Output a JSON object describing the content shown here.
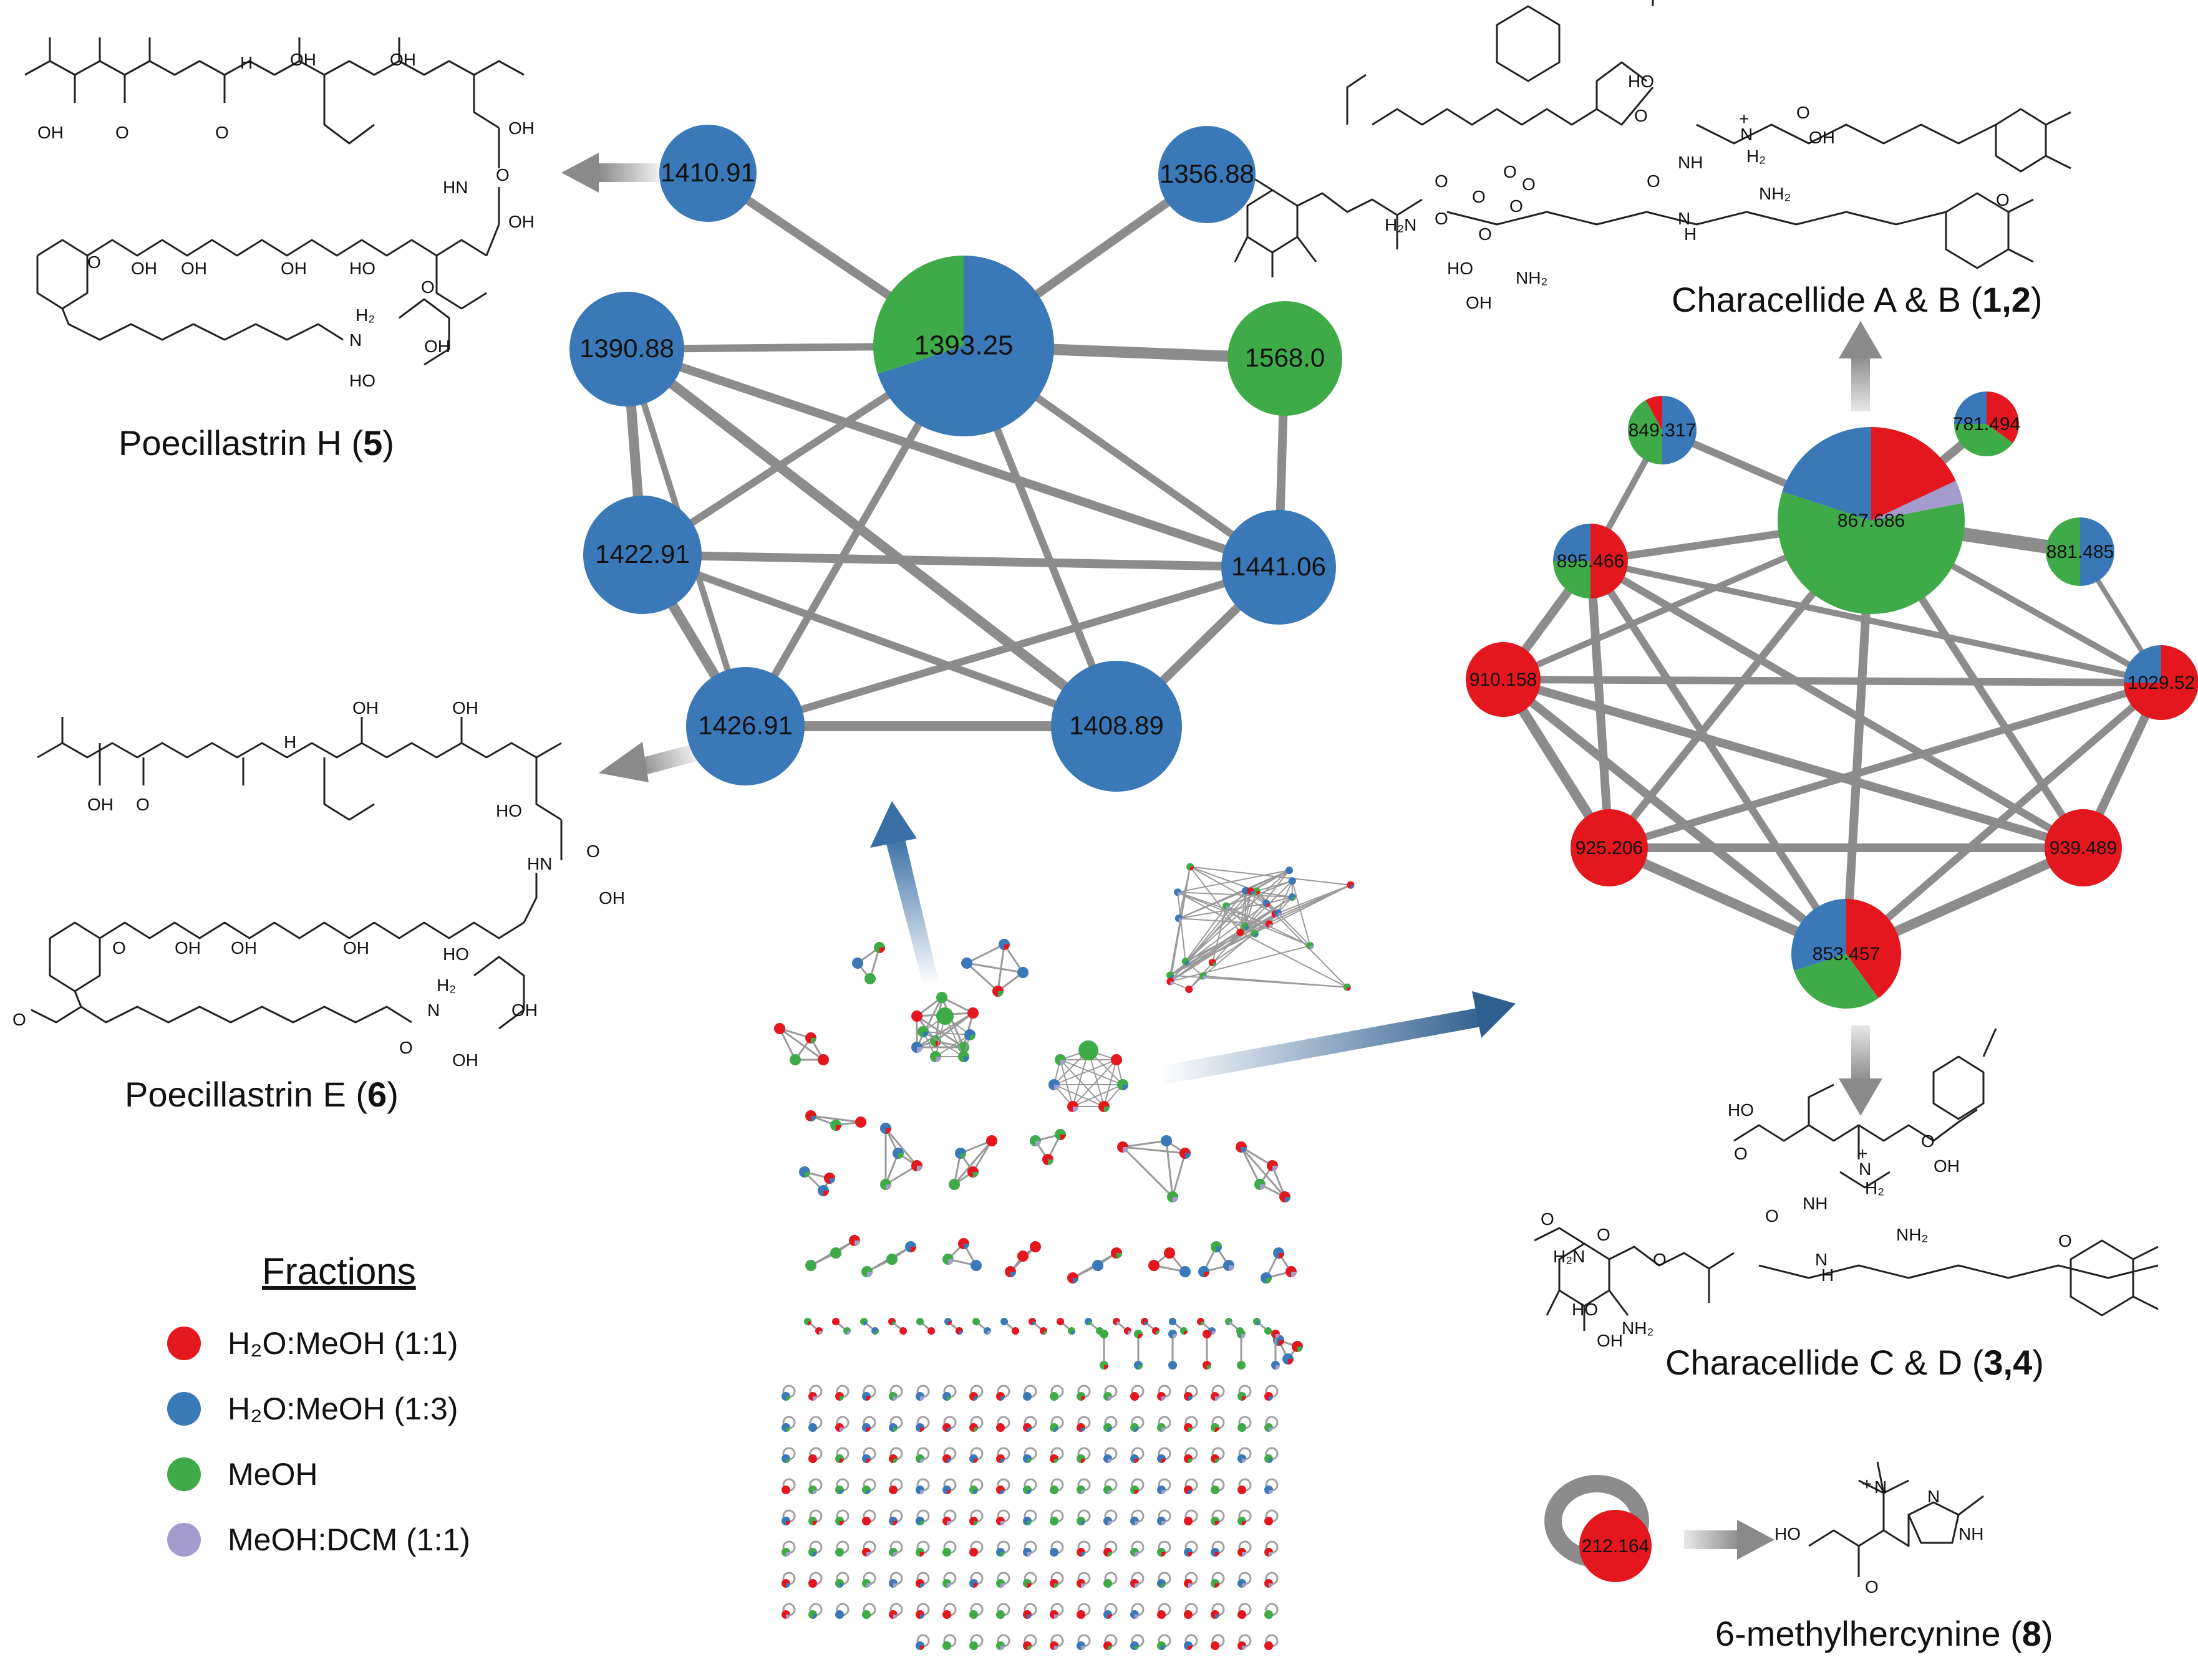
{
  "colors": {
    "h2o_meoh_1_1": "#e3171d",
    "h2o_meoh_1_3": "#3a78b8",
    "meoh": "#3faa48",
    "meoh_dcm_1_1": "#a39bcc",
    "edge": "#8c8c8c"
  },
  "legend": {
    "title": "Fractions",
    "items": [
      {
        "key": "h2o_meoh_1_1",
        "label": "H₂O:MeOH (1:1)"
      },
      {
        "key": "h2o_meoh_1_3",
        "label": "H₂O:MeOH (1:3)"
      },
      {
        "key": "meoh",
        "label": "MeOH"
      },
      {
        "key": "meoh_dcm_1_1",
        "label": "MeOH:DCM (1:1)"
      }
    ]
  },
  "compounds": {
    "poecillastrin_h": {
      "name": "Poecillastrin H (",
      "num": "5",
      "close": ")"
    },
    "poecillastrin_e": {
      "name": "Poecillastrin E (",
      "num": "6",
      "close": ")"
    },
    "characellide_ab": {
      "name": "Characellide A & B (",
      "num": "1,2",
      "close": ")"
    },
    "characellide_cd": {
      "name": "Characellide C & D (",
      "num": "3,4",
      "close": ")"
    },
    "methylhercynine": {
      "name": "6-methylhercynine (",
      "num": "8",
      "close": ")"
    }
  },
  "cluster_left": {
    "nodes": [
      {
        "id": "n1410",
        "label": "1410.91",
        "slices": [
          {
            "c": "h2o_meoh_1_3",
            "f": 1
          }
        ]
      },
      {
        "id": "n1356",
        "label": "1356.88",
        "slices": [
          {
            "c": "h2o_meoh_1_3",
            "f": 1
          }
        ]
      },
      {
        "id": "n1393",
        "label": "1393.25",
        "slices": [
          {
            "c": "h2o_meoh_1_3",
            "f": 0.7
          },
          {
            "c": "meoh",
            "f": 0.3
          }
        ]
      },
      {
        "id": "n1390",
        "label": "1390.88",
        "slices": [
          {
            "c": "h2o_meoh_1_3",
            "f": 1
          }
        ]
      },
      {
        "id": "n1568",
        "label": "1568.0",
        "slices": [
          {
            "c": "meoh",
            "f": 1
          }
        ]
      },
      {
        "id": "n1422",
        "label": "1422.91",
        "slices": [
          {
            "c": "h2o_meoh_1_3",
            "f": 1
          }
        ]
      },
      {
        "id": "n1441",
        "label": "1441.06",
        "slices": [
          {
            "c": "h2o_meoh_1_3",
            "f": 1
          }
        ]
      },
      {
        "id": "n1426",
        "label": "1426.91",
        "slices": [
          {
            "c": "h2o_meoh_1_3",
            "f": 1
          }
        ]
      },
      {
        "id": "n1408",
        "label": "1408.89",
        "slices": [
          {
            "c": "h2o_meoh_1_3",
            "f": 1
          }
        ]
      }
    ]
  },
  "cluster_right": {
    "nodes": [
      {
        "id": "n849",
        "label": "849.317",
        "slices": [
          {
            "c": "h2o_meoh_1_3",
            "f": 0.5
          },
          {
            "c": "meoh",
            "f": 0.42
          },
          {
            "c": "h2o_meoh_1_1",
            "f": 0.08
          }
        ]
      },
      {
        "id": "n781",
        "label": "781.494",
        "slices": [
          {
            "c": "h2o_meoh_1_1",
            "f": 0.35
          },
          {
            "c": "meoh",
            "f": 0.4
          },
          {
            "c": "h2o_meoh_1_3",
            "f": 0.25
          }
        ]
      },
      {
        "id": "n867",
        "label": "867.686",
        "slices": [
          {
            "c": "h2o_meoh_1_1",
            "f": 0.18
          },
          {
            "c": "meoh_dcm_1_1",
            "f": 0.04
          },
          {
            "c": "meoh",
            "f": 0.58
          },
          {
            "c": "h2o_meoh_1_3",
            "f": 0.2
          }
        ]
      },
      {
        "id": "n895",
        "label": "895.466",
        "slices": [
          {
            "c": "h2o_meoh_1_1",
            "f": 0.5
          },
          {
            "c": "meoh",
            "f": 0.25
          },
          {
            "c": "h2o_meoh_1_3",
            "f": 0.25
          }
        ]
      },
      {
        "id": "n881",
        "label": "881.485",
        "slices": [
          {
            "c": "h2o_meoh_1_3",
            "f": 0.5
          },
          {
            "c": "meoh",
            "f": 0.5
          }
        ]
      },
      {
        "id": "n910",
        "label": "910.158",
        "slices": [
          {
            "c": "h2o_meoh_1_1",
            "f": 1
          }
        ]
      },
      {
        "id": "n1029",
        "label": "1029.52",
        "slices": [
          {
            "c": "h2o_meoh_1_1",
            "f": 0.75
          },
          {
            "c": "h2o_meoh_1_3",
            "f": 0.25
          }
        ]
      },
      {
        "id": "n925",
        "label": "925.206",
        "slices": [
          {
            "c": "h2o_meoh_1_1",
            "f": 1
          }
        ]
      },
      {
        "id": "n939",
        "label": "939.489",
        "slices": [
          {
            "c": "h2o_meoh_1_1",
            "f": 1
          }
        ]
      },
      {
        "id": "n853",
        "label": "853.457",
        "slices": [
          {
            "c": "h2o_meoh_1_1",
            "f": 0.4
          },
          {
            "c": "meoh",
            "f": 0.3
          },
          {
            "c": "h2o_meoh_1_3",
            "f": 0.3
          }
        ]
      }
    ]
  },
  "singleton": {
    "label": "212.164",
    "color": "h2o_meoh_1_1"
  },
  "chem_labels": {
    "oh": "OH",
    "o": "O",
    "nh": "NH",
    "hn": "HN",
    "h": "H",
    "h2n": "H₂N",
    "nh2": "NH₂",
    "ho": "HO",
    "plus": "+",
    "n": "N",
    "h2": "H₂",
    "n_plus": "N"
  }
}
